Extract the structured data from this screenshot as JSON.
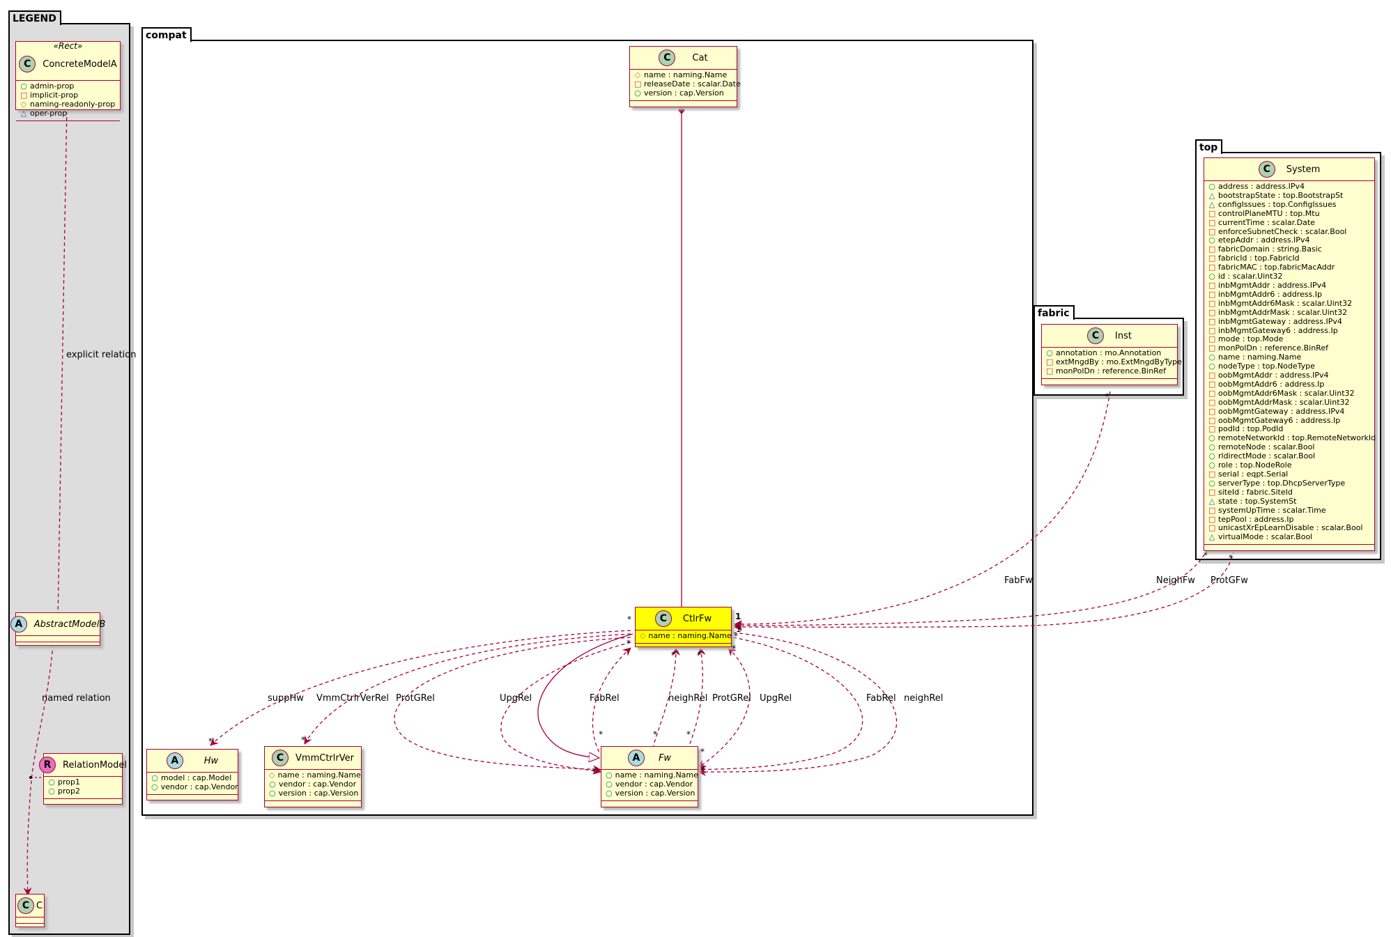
{
  "packages": {
    "legend": "LEGEND",
    "compat": "compat",
    "fabric": "fabric",
    "top": "top"
  },
  "legend": {
    "concrete": {
      "stereotype": "«Rect»",
      "name": "ConcreteModelA",
      "badge": "C",
      "attrs": [
        {
          "vis": "+",
          "text": "admin-prop"
        },
        {
          "vis": "-",
          "text": "implicit-prop"
        },
        {
          "vis": "#",
          "text": "naming-readonly-prop"
        },
        {
          "vis": "~",
          "text": "oper-prop"
        }
      ]
    },
    "abstract": {
      "name": "AbstractModelB",
      "badge": "A"
    },
    "relation_model": {
      "name": "RelationModel",
      "badge": "R",
      "attrs": [
        {
          "vis": "+",
          "text": "prop1"
        },
        {
          "vis": "+",
          "text": "prop2"
        }
      ]
    },
    "c": {
      "name": "C",
      "badge": "C"
    },
    "explicit_relation": "explicit relation",
    "named_relation": "named relation"
  },
  "classes": {
    "cat": {
      "name": "Cat",
      "badge": "C",
      "attrs": [
        {
          "vis": "#",
          "text": "name : naming.Name"
        },
        {
          "vis": "-",
          "text": "releaseDate : scalar.Date"
        },
        {
          "vis": "+",
          "text": "version : cap.Version"
        }
      ]
    },
    "ctlrfw": {
      "name": "CtlrFw",
      "badge": "C",
      "attrs": [
        {
          "vis": "#",
          "text": "name : naming.Name"
        }
      ]
    },
    "hw": {
      "name": "Hw",
      "badge": "A",
      "attrs": [
        {
          "vis": "+",
          "text": "model : cap.Model"
        },
        {
          "vis": "+",
          "text": "vendor : cap.Vendor"
        }
      ]
    },
    "vmm": {
      "name": "VmmCtrlrVer",
      "badge": "C",
      "attrs": [
        {
          "vis": "#",
          "text": "name : naming.Name"
        },
        {
          "vis": "+",
          "text": "vendor : cap.Vendor"
        },
        {
          "vis": "+",
          "text": "version : cap.Version"
        }
      ]
    },
    "fw": {
      "name": "Fw",
      "badge": "A",
      "attrs": [
        {
          "vis": "+",
          "text": "name : naming.Name"
        },
        {
          "vis": "+",
          "text": "vendor : cap.Vendor"
        },
        {
          "vis": "+",
          "text": "version : cap.Version"
        }
      ]
    },
    "inst": {
      "name": "Inst",
      "badge": "C",
      "attrs": [
        {
          "vis": "+",
          "text": "annotation : mo.Annotation"
        },
        {
          "vis": "-",
          "text": "extMngdBy : mo.ExtMngdByType"
        },
        {
          "vis": "-",
          "text": "monPolDn : reference.BinRef"
        }
      ]
    },
    "system": {
      "name": "System",
      "badge": "C",
      "attrs": [
        {
          "vis": "+",
          "text": "address : address.IPv4"
        },
        {
          "vis": "~",
          "text": "bootstrapState : top.BootstrapSt"
        },
        {
          "vis": "~",
          "text": "configIssues : top.ConfigIssues"
        },
        {
          "vis": "-",
          "text": "controlPlaneMTU : top.Mtu"
        },
        {
          "vis": "-",
          "text": "currentTime : scalar.Date"
        },
        {
          "vis": "-",
          "text": "enforceSubnetCheck : scalar.Bool"
        },
        {
          "vis": "+",
          "text": "etepAddr : address.IPv4"
        },
        {
          "vis": "-",
          "text": "fabricDomain : string.Basic"
        },
        {
          "vis": "-",
          "text": "fabricId : top.FabricId"
        },
        {
          "vis": "-",
          "text": "fabricMAC : top.fabricMacAddr"
        },
        {
          "vis": "+",
          "text": "id : scalar.Uint32"
        },
        {
          "vis": "-",
          "text": "inbMgmtAddr : address.IPv4"
        },
        {
          "vis": "-",
          "text": "inbMgmtAddr6 : address.Ip"
        },
        {
          "vis": "-",
          "text": "inbMgmtAddr6Mask : scalar.Uint32"
        },
        {
          "vis": "-",
          "text": "inbMgmtAddrMask : scalar.Uint32"
        },
        {
          "vis": "-",
          "text": "inbMgmtGateway : address.IPv4"
        },
        {
          "vis": "-",
          "text": "inbMgmtGateway6 : address.Ip"
        },
        {
          "vis": "-",
          "text": "mode : top.Mode"
        },
        {
          "vis": "-",
          "text": "monPolDn : reference.BinRef"
        },
        {
          "vis": "+",
          "text": "name : naming.Name"
        },
        {
          "vis": "+",
          "text": "nodeType : top.NodeType"
        },
        {
          "vis": "-",
          "text": "oobMgmtAddr : address.IPv4"
        },
        {
          "vis": "-",
          "text": "oobMgmtAddr6 : address.Ip"
        },
        {
          "vis": "-",
          "text": "oobMgmtAddr6Mask : scalar.Uint32"
        },
        {
          "vis": "-",
          "text": "oobMgmtAddrMask : scalar.Uint32"
        },
        {
          "vis": "-",
          "text": "oobMgmtGateway : address.IPv4"
        },
        {
          "vis": "-",
          "text": "oobMgmtGateway6 : address.Ip"
        },
        {
          "vis": "-",
          "text": "podId : top.PodId"
        },
        {
          "vis": "+",
          "text": "remoteNetworkId : top.RemoteNetworkId"
        },
        {
          "vis": "+",
          "text": "remoteNode : scalar.Bool"
        },
        {
          "vis": "+",
          "text": "rldirectMode : scalar.Bool"
        },
        {
          "vis": "+",
          "text": "role : top.NodeRole"
        },
        {
          "vis": "-",
          "text": "serial : eqpt.Serial"
        },
        {
          "vis": "+",
          "text": "serverType : top.DhcpServerType"
        },
        {
          "vis": "-",
          "text": "siteId : fabric.SiteId"
        },
        {
          "vis": "~",
          "text": "state : top.SystemSt"
        },
        {
          "vis": "-",
          "text": "systemUpTime : scalar.Time"
        },
        {
          "vis": "-",
          "text": "tepPool : address.Ip"
        },
        {
          "vis": "-",
          "text": "unicastXrEpLearnDisable : scalar.Bool"
        },
        {
          "vis": "~",
          "text": "virtualMode : scalar.Bool"
        }
      ]
    }
  },
  "relations": {
    "labels": [
      "suppHw",
      "VmmCtrlrVerRel",
      "ProtGRel",
      "UpgRel",
      "FabRel",
      "neighRel",
      "ProtGRel",
      "UpgRel",
      "FabRel",
      "neighRel",
      "FabFw",
      "NeighFw",
      "ProtGFw"
    ],
    "star": "*",
    "one": "1"
  },
  "colors": {
    "edge": "#a80036",
    "class_fill": "#fefece",
    "highlight_fill": "#ffff00",
    "legend_bg": "#dddddd"
  }
}
